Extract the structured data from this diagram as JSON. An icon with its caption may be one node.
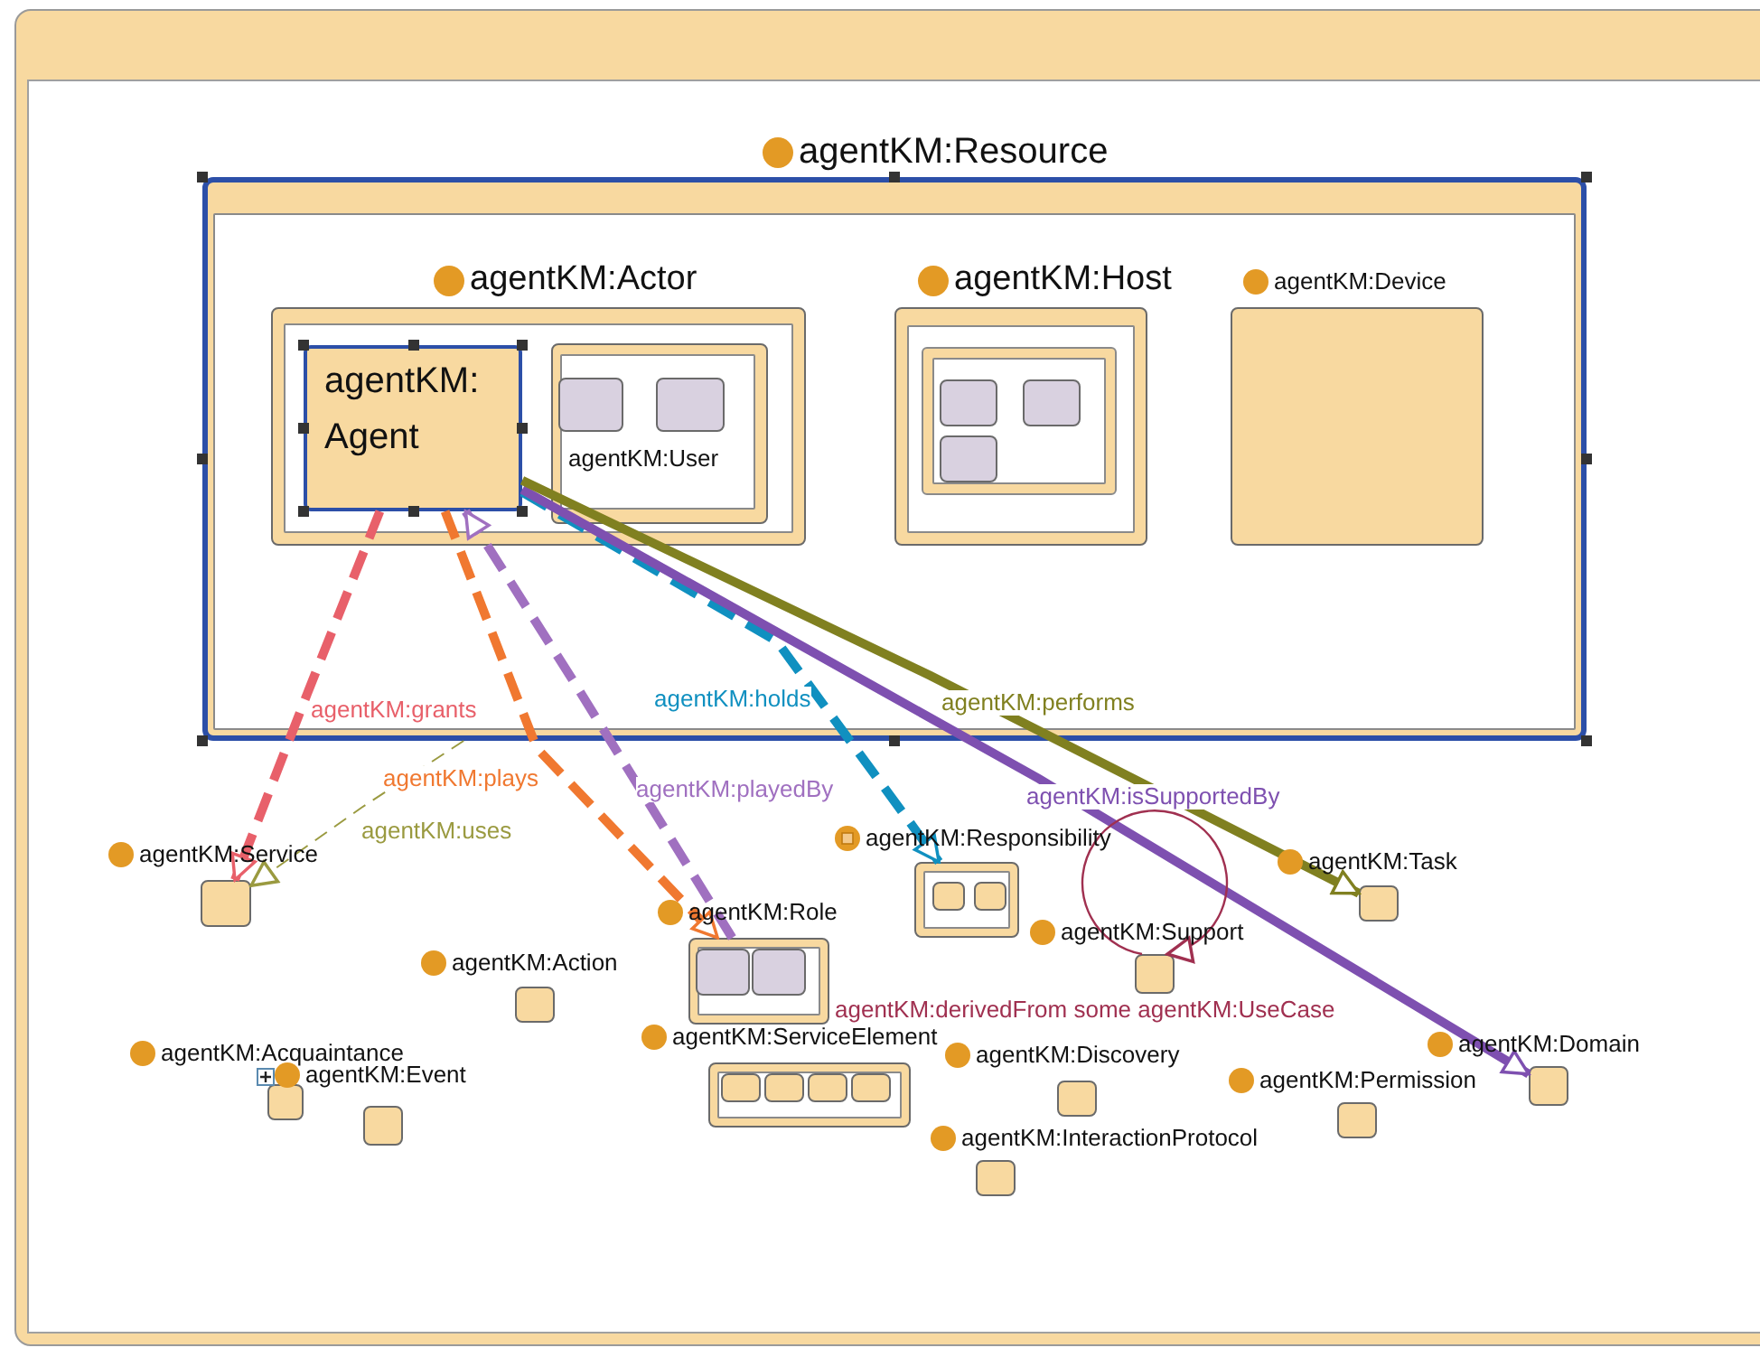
{
  "diagram": {
    "nodes": [
      {
        "text": [
          "agentKM:Resource"
        ]
      },
      {
        "text": [
          "agentKM:Actor"
        ],
        "in": 0
      },
      {
        "text": [
          "agentKM:Agent"
        ],
        "in": 1
      },
      {
        "text": [
          "agentKM:User"
        ],
        "in": 1
      },
      {
        "text": [],
        "shape": "box",
        "in": 3
      },
      {
        "text": [],
        "shape": "box",
        "in": 3
      },
      {
        "text": [
          "agentKM:Host"
        ],
        "in": 0
      },
      {
        "text": [],
        "shape": "box",
        "in": 6
      },
      {
        "text": [],
        "shape": "box",
        "in": 6
      },
      {
        "text": [],
        "shape": "box",
        "in": 6
      },
      {
        "text": [
          "agentKM:Device"
        ],
        "in": 0
      },
      {
        "text": [
          "agentKM:Service"
        ]
      },
      {
        "text": [
          "agentKM:Responsibility"
        ]
      },
      {
        "text": [],
        "shape": "box",
        "in": 12
      },
      {
        "text": [],
        "shape": "box",
        "in": 12
      },
      {
        "text": [
          "agentKM:Task"
        ]
      },
      {
        "text": [
          "agentKM:Role"
        ]
      },
      {
        "text": [],
        "shape": "box",
        "in": 16
      },
      {
        "text": [],
        "shape": "box",
        "in": 16
      },
      {
        "text": [
          "agentKM:Support"
        ]
      },
      {
        "text": [
          "agentKM:Action"
        ]
      },
      {
        "text": [
          "agentKM:Acquaintance"
        ]
      },
      {
        "text": [
          "agentKM:ServiceElement"
        ]
      },
      {
        "text": [],
        "shape": "box",
        "in": 22
      },
      {
        "text": [],
        "shape": "box",
        "in": 22
      },
      {
        "text": [],
        "shape": "box",
        "in": 22
      },
      {
        "text": [],
        "shape": "box",
        "in": 22
      },
      {
        "text": [
          "agentKM:Discovery"
        ]
      },
      {
        "text": [
          "agentKM:Domain"
        ]
      },
      {
        "text": [
          "agentKM:Event"
        ]
      },
      {
        "text": [
          "agentKM:Permission"
        ]
      },
      {
        "text": [
          "agentKM:InteractionProtocol"
        ]
      }
    ],
    "edges": [
      {
        "from": 2,
        "to": 11,
        "arrow": "to",
        "label": "agentKM:grants",
        "style": "dashed",
        "color": "#e8606a"
      },
      {
        "from": 2,
        "to": 16,
        "arrow": "to",
        "label": "agentKM:plays",
        "style": "dashed",
        "color": "#f07830"
      },
      {
        "from": 16,
        "to": 2,
        "arrow": "to",
        "label": "agentKM:playedBy",
        "style": "dashed",
        "color": "#a070c0"
      },
      {
        "from": 2,
        "to": 12,
        "arrow": "to",
        "label": "agentKM:holds",
        "style": "dashed",
        "color": "#1090c0"
      },
      {
        "from": 2,
        "to": 28,
        "arrow": "to",
        "label": "agentKM:isSupportedBy",
        "color": "#7e50b0"
      },
      {
        "from": 2,
        "to": 15,
        "arrow": "to",
        "label": "agentKM:performs",
        "color": "#808020"
      },
      {
        "from": 0,
        "to": 11,
        "arrow": "to",
        "label": "agentKM:uses",
        "style": "dashed",
        "color": "#9a9a40"
      },
      {
        "from": 19,
        "to": 19,
        "arrow": "to",
        "label": "agentKM:derivedFrom some agentKM:UseCase",
        "color": "#a03050"
      }
    ]
  }
}
